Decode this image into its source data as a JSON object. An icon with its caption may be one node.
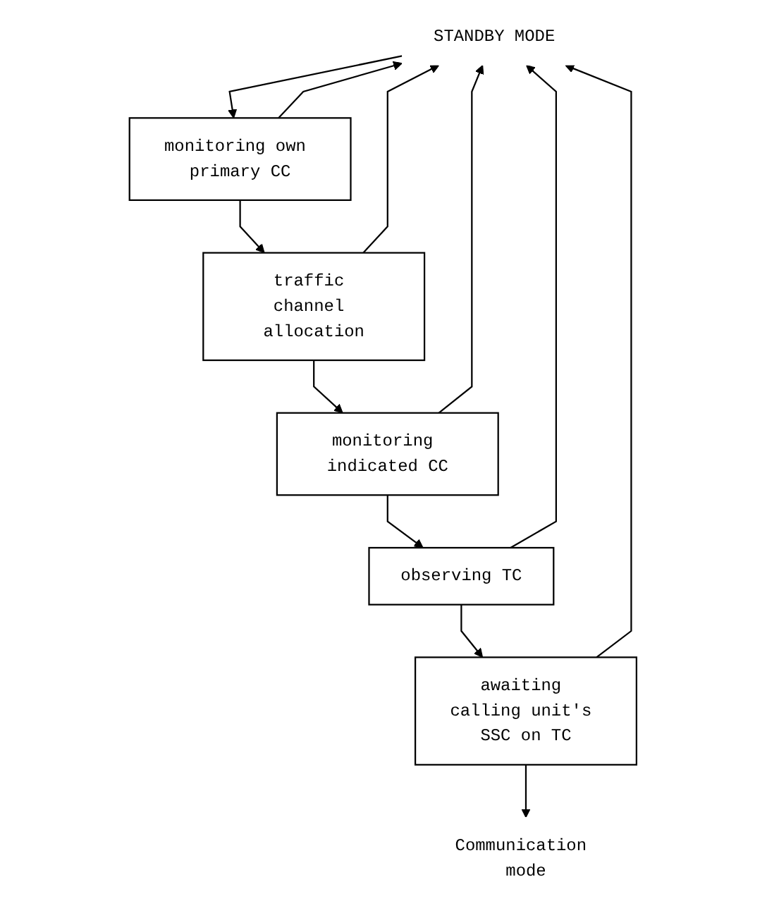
{
  "diagram": {
    "nodes": [
      {
        "text": [
          "STANDBY MODE"
        ]
      },
      {
        "text": [
          "monitoring own primary CC"
        ]
      },
      {
        "text": [
          "traffic channel allocation"
        ]
      },
      {
        "text": [
          "monitoring indicated CC"
        ]
      },
      {
        "text": [
          "observing TC"
        ]
      },
      {
        "text": [
          "awaiting calling unit's SSC on TC"
        ]
      },
      {
        "text": [
          "Communication mode"
        ]
      }
    ],
    "edges": [
      {
        "from": 0,
        "to": 1,
        "arrow": "to"
      },
      {
        "from": 1,
        "to": 2,
        "arrow": "to"
      },
      {
        "from": 2,
        "to": 3,
        "arrow": "to"
      },
      {
        "from": 3,
        "to": 4,
        "arrow": "to"
      },
      {
        "from": 4,
        "to": 5,
        "arrow": "to"
      },
      {
        "from": 5,
        "to": 6,
        "arrow": "to"
      },
      {
        "from": 1,
        "to": 0,
        "arrow": "to"
      },
      {
        "from": 2,
        "to": 0,
        "arrow": "to"
      },
      {
        "from": 3,
        "to": 0,
        "arrow": "to"
      },
      {
        "from": 4,
        "to": 0,
        "arrow": "to"
      },
      {
        "from": 5,
        "to": 0,
        "arrow": "to"
      }
    ]
  }
}
